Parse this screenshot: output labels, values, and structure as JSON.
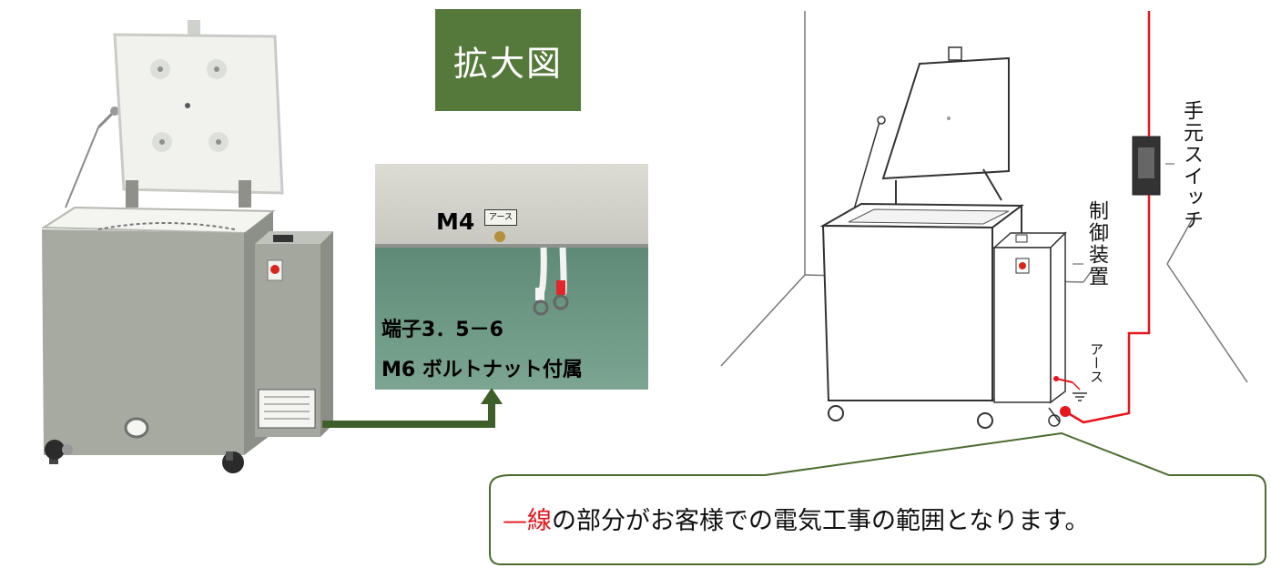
{
  "badge": {
    "text": "拡大図"
  },
  "zoom_view": {
    "bolt_label": "M4",
    "earth_tag": "アース",
    "terminal_label": "端子3．5－6",
    "bolt_nut_label": "M6 ボルトナット付属"
  },
  "diagram": {
    "hand_switch_label": "手元スイッチ",
    "controller_label": "制御装置",
    "earth_label": "アース"
  },
  "callout": {
    "dash": "—",
    "red_word": "線",
    "rest_text": "の部分がお客様での電気工事の範囲となります。"
  },
  "colors": {
    "badge_green": "#55793a",
    "arrow_green": "#3f5f2a",
    "wiring_red": "#e8141c",
    "kiln_body": "#a6aaa1",
    "callout_border": "#4b6b2f"
  }
}
